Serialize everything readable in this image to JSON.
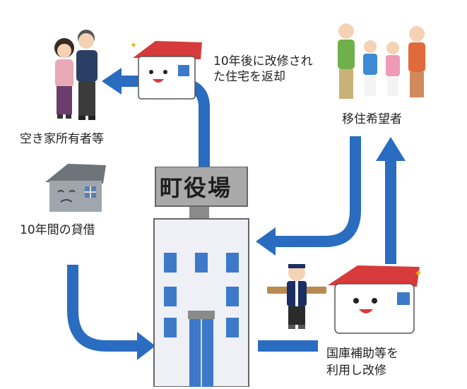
{
  "labels": {
    "owner": "空き家所有者等",
    "rental": "10年間の貸借",
    "return_line1": "10年後に改修され",
    "return_line2": "た住宅を返却",
    "migrant": "移住希望者",
    "renovate_line1": "国庫補助等を",
    "renovate_line2": "利用し改修"
  },
  "town_hall": {
    "sign": "町役場"
  },
  "colors": {
    "arrow": "#2a6cc0",
    "roof": "#d63a3a",
    "building_wall": "#eef0f5",
    "window": "#3d79c9",
    "sign_bg": "#a9a9a9",
    "vacant_house": "#a0a6ae"
  },
  "icons": {
    "owners": "elderly-couple-icon",
    "vacant": "sad-vacant-house-icon",
    "returned": "happy-house-icon",
    "family": "family-icon",
    "carpenter": "carpenter-icon",
    "renovated": "renovated-house-icon",
    "town_hall": "town-hall-icon"
  }
}
